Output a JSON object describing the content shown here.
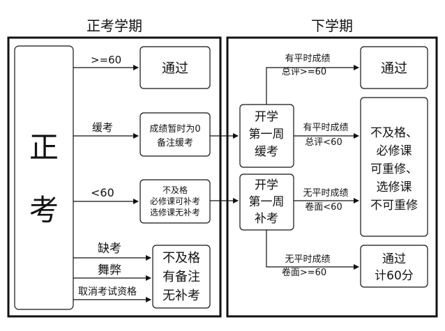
{
  "headers": {
    "left": "正考学期",
    "right": "下学期"
  },
  "exam": {
    "char1": "正",
    "char2": "考"
  },
  "left_labels": {
    "ge60": ">=60",
    "defer": "缓考",
    "lt60": "<60",
    "absent": "缺考",
    "cheat": "舞弊",
    "disqualified": "取消考试资格"
  },
  "left_boxes": {
    "pass": "通过",
    "defer_l1": "成绩暂时为0",
    "defer_l2": "备注缓考",
    "fail_l1": "不及格",
    "fail_l2": "必修课可补考",
    "fail_l3": "选修课无补考",
    "abs_l1": "不及格",
    "abs_l2": "有备注",
    "abs_l3": "无补考"
  },
  "right_boxes": {
    "start_defer_l1": "开学",
    "start_defer_l2": "第一周",
    "start_defer_l3": "缓考",
    "start_makeup_l1": "开学",
    "start_makeup_l2": "第一周",
    "start_makeup_l3": "补考",
    "pass_top": "通过",
    "fail_l1": "不及格、",
    "fail_l2": "必修课",
    "fail_l3": "可重修、",
    "fail_l4": "选修课",
    "fail_l5": "不可重修",
    "pass60_l1": "通过",
    "pass60_l2": "计60分"
  },
  "right_labels": {
    "top_l1": "有平时成绩",
    "top_l2": "总评>=60",
    "mid_l1": "有平时成绩",
    "mid_l2": "总评<60",
    "low_l1": "无平时成绩",
    "low_l2": "卷面<60",
    "bot_l1": "无平时成绩",
    "bot_l2": "卷面>=60"
  },
  "colors": {
    "line": "#111111",
    "background": "#ffffff"
  }
}
